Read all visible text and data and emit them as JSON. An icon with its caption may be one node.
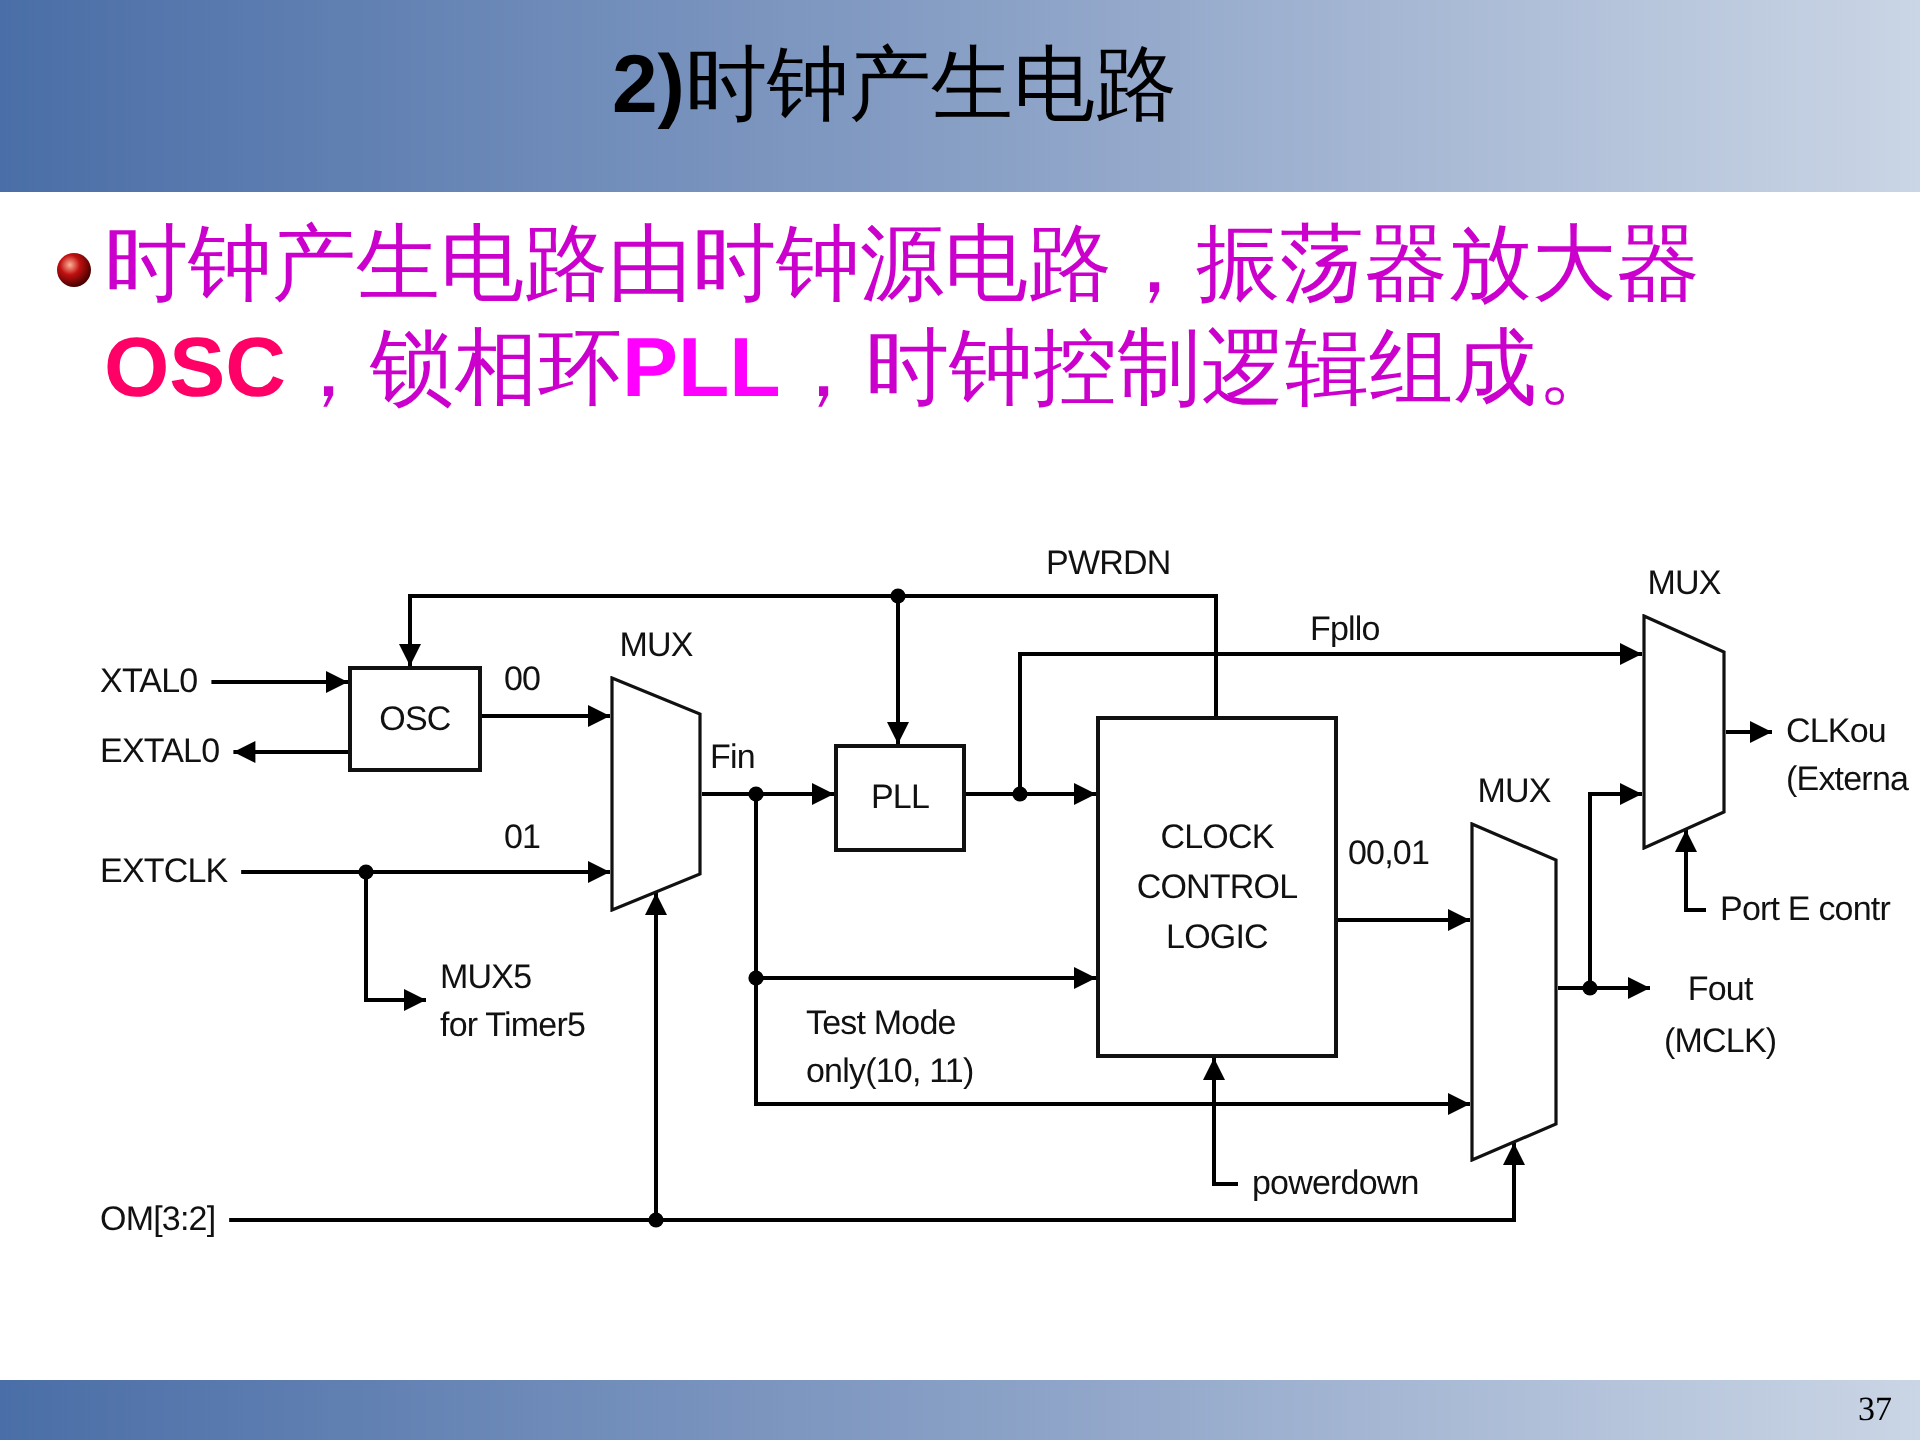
{
  "diagram": {
    "title": "**2)**时钟产生电路",
    "nodes": [
      {
        "text": [
          "XTAL0"
        ]
      },
      {
        "text": [
          "EXTAL0"
        ]
      },
      {
        "text": [
          "EXTCLK"
        ]
      },
      {
        "text": [
          "OM[3:2]"
        ]
      },
      {
        "text": [
          "OSC"
        ]
      },
      {
        "text": [
          "MUX5 for Timer5"
        ]
      },
      {
        "text": [
          "MUX"
        ]
      },
      {
        "text": [
          "PLL"
        ]
      },
      {
        "text": [
          "CLOCK CONTROL LOGIC"
        ]
      },
      {
        "text": [
          "powerdown"
        ]
      },
      {
        "text": [
          "MUX"
        ]
      },
      {
        "text": [
          "MUX"
        ]
      },
      {
        "text": [
          "CLKou (Externa"
        ]
      },
      {
        "text": [
          "Port E contr"
        ]
      },
      {
        "text": [
          "Fout (MCLK)"
        ]
      }
    ],
    "edges": [
      {
        "from": 0,
        "to": 4,
        "arrow": "to"
      },
      {
        "from": 4,
        "to": 1,
        "arrow": "to"
      },
      {
        "from": 4,
        "to": 6,
        "arrow": "to",
        "label": "00"
      },
      {
        "from": 2,
        "to": 6,
        "arrow": "to",
        "label": "01"
      },
      {
        "from": 2,
        "to": 5,
        "arrow": "to"
      },
      {
        "from": 3,
        "to": 6,
        "arrow": "to"
      },
      {
        "from": 3,
        "to": 10,
        "arrow": "to"
      },
      {
        "from": 8,
        "to": 4,
        "arrow": "to",
        "label": "PWRDN"
      },
      {
        "from": 8,
        "to": 7,
        "arrow": "to"
      },
      {
        "from": 6,
        "to": 7,
        "arrow": "to",
        "label": "Fin"
      },
      {
        "from": 6,
        "to": 8,
        "arrow": "to"
      },
      {
        "from": 6,
        "to": 10,
        "arrow": "to",
        "label": "Test Mode only(10, 11)"
      },
      {
        "from": 7,
        "to": 8,
        "arrow": "to"
      },
      {
        "from": 7,
        "to": 11,
        "arrow": "to",
        "label": "Fpllo"
      },
      {
        "from": 8,
        "to": 10,
        "arrow": "to",
        "label": "00,01"
      },
      {
        "from": 9,
        "to": 8,
        "arrow": "to"
      },
      {
        "from": 10,
        "to": 14,
        "arrow": "to"
      },
      {
        "from": 10,
        "to": 11,
        "arrow": "to"
      },
      {
        "from": 11,
        "to": 12,
        "arrow": "to"
      },
      {
        "from": 13,
        "to": 11,
        "arrow": "to"
      }
    ],
    "labels": [
      "时钟产生电路由时钟源电路，振荡器放大器**OSC**，锁相环**PLL**，时钟控制逻辑组成。",
      "37"
    ]
  }
}
